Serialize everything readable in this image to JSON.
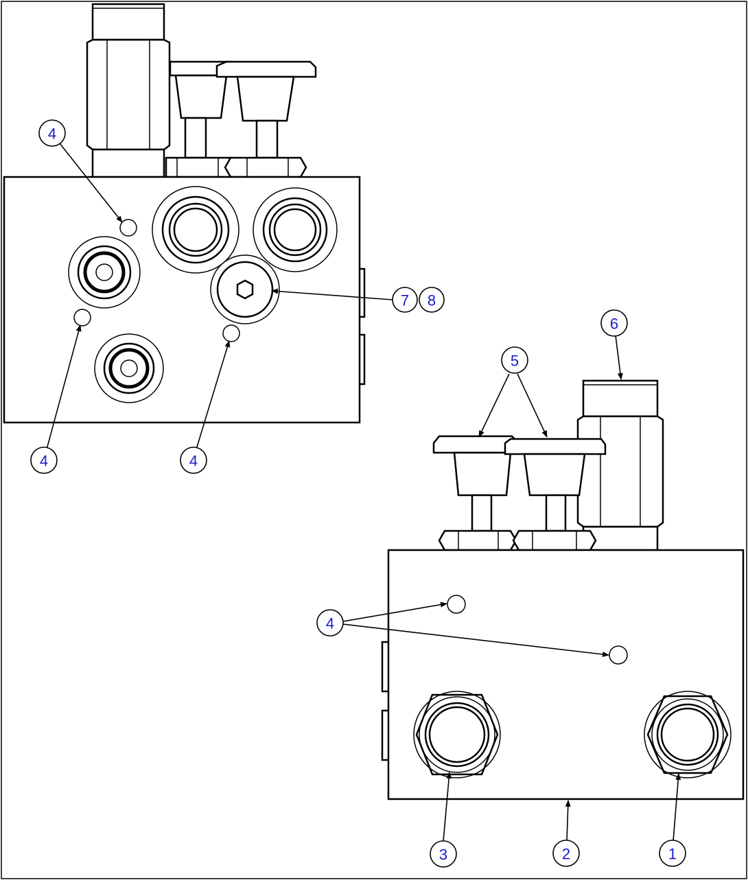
{
  "colors": {
    "line": "#000000",
    "background": "#ffffff",
    "callout_text": "#1a1acc"
  },
  "callouts": [
    {
      "id": "c4a",
      "label": "4"
    },
    {
      "id": "c4b",
      "label": "4"
    },
    {
      "id": "c4c",
      "label": "4"
    },
    {
      "id": "c4d",
      "label": "4"
    },
    {
      "id": "c7",
      "label": "7"
    },
    {
      "id": "c8",
      "label": "8"
    },
    {
      "id": "c5",
      "label": "5"
    },
    {
      "id": "c6",
      "label": "6"
    },
    {
      "id": "c3",
      "label": "3"
    },
    {
      "id": "c2",
      "label": "2"
    },
    {
      "id": "c1",
      "label": "1"
    }
  ]
}
